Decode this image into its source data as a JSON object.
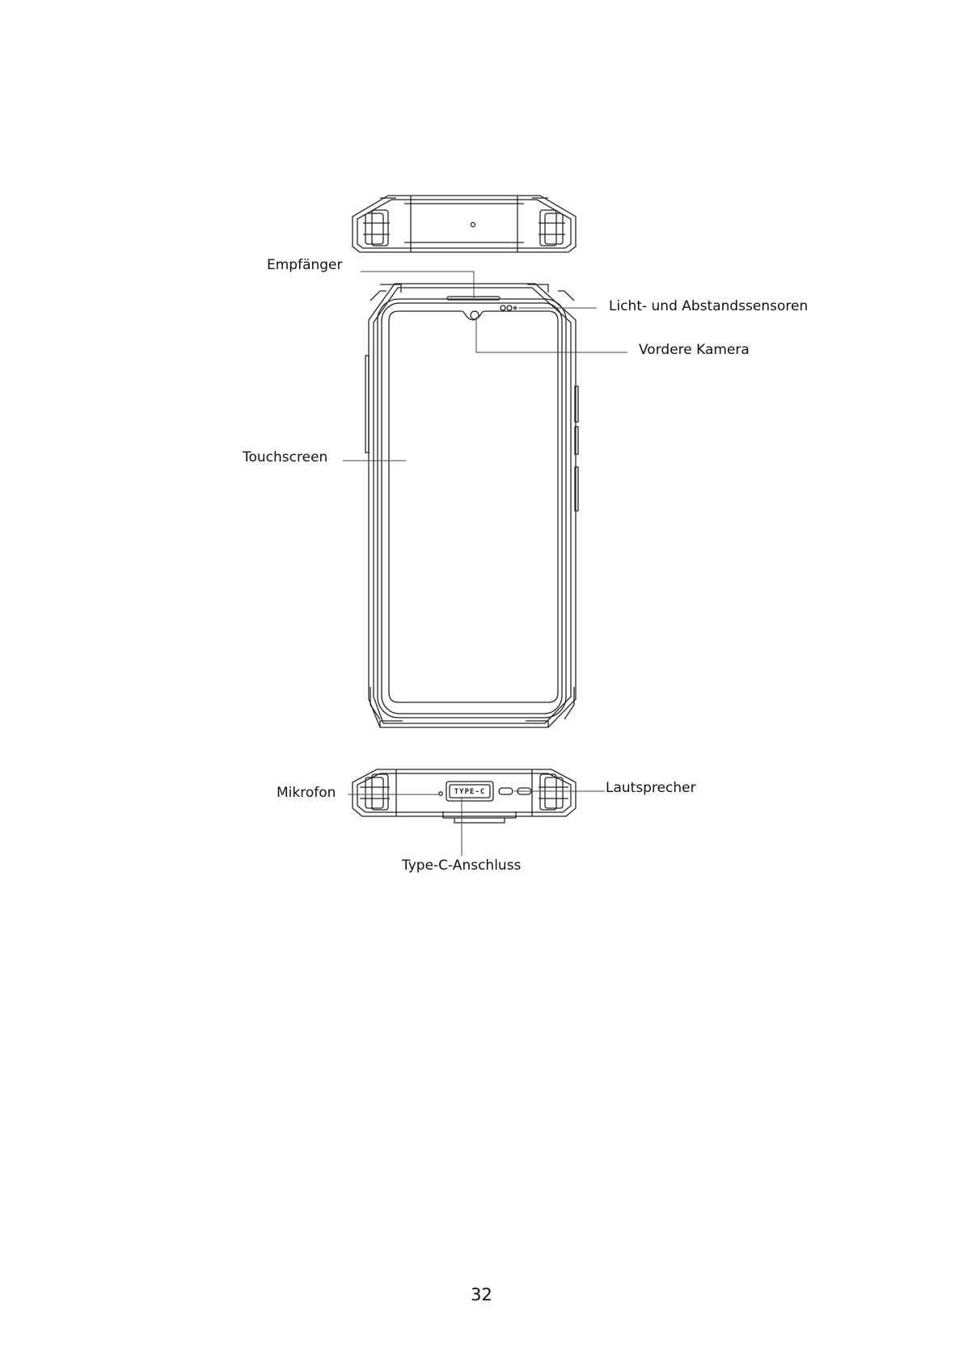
{
  "labels": {
    "receiver": "Empfänger",
    "sensors": "Licht- und Abstandssensoren",
    "front_camera": "Vordere Kamera",
    "touchscreen": "Touchscreen",
    "microphone": "Mikrofon",
    "speaker": "Lautsprecher",
    "usb_port": "Type-C-Anschluss"
  },
  "port_marking": "TYPE-C",
  "page_number": "32"
}
